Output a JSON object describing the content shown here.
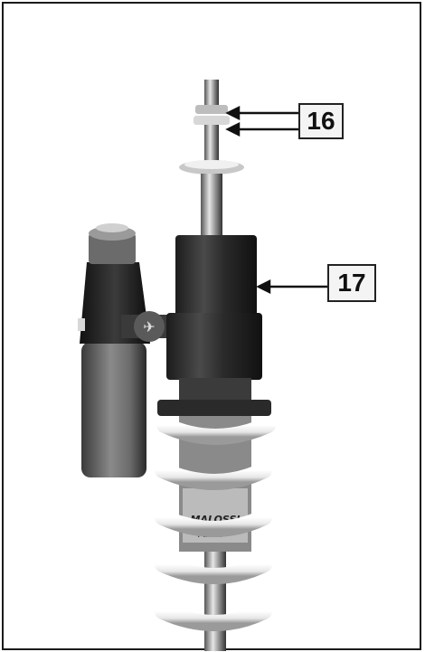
{
  "callouts": {
    "c16": {
      "label": "16",
      "target": "adjuster nuts"
    },
    "c17": {
      "label": "17",
      "target": "upper body"
    }
  },
  "colors": {
    "frame": "#1a1a1a",
    "spring": "#f2f2f2",
    "metal_dark": "#2b2b2b",
    "reservoir": "#6e6e6e"
  },
  "brand_marks": {
    "decal_1": "MALOSSI",
    "decal_2": "Pan..."
  }
}
